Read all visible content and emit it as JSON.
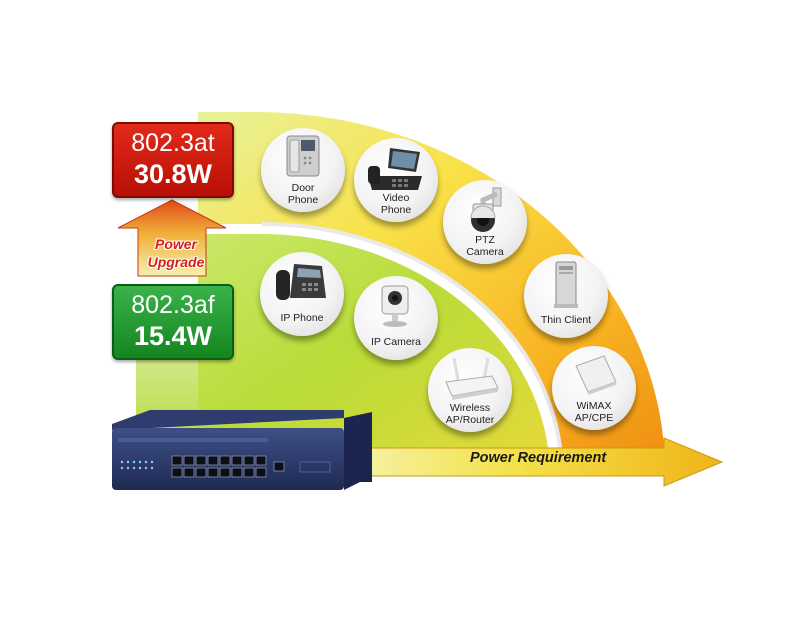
{
  "badges": {
    "at": {
      "standard": "802.3at",
      "power": "30.8W"
    },
    "af": {
      "standard": "802.3af",
      "power": "15.4W"
    }
  },
  "upgrade_arrow": {
    "line1": "Power",
    "line2": "Upgrade"
  },
  "devices": {
    "door_phone": {
      "line1": "Door",
      "line2": "Phone"
    },
    "video_phone": {
      "line1": "Video",
      "line2": "Phone"
    },
    "ptz_camera": {
      "line1": "PTZ",
      "line2": "Camera"
    },
    "thin_client": {
      "label": "Thin Client"
    },
    "wimax": {
      "line1": "WiMAX",
      "line2": "AP/CPE"
    },
    "ip_phone": {
      "label": "IP Phone"
    },
    "ip_camera": {
      "label": "IP Camera"
    },
    "wireless_router": {
      "line1": "Wireless",
      "line2": "AP/Router"
    }
  },
  "axis_label": "Power Requirement",
  "colors": {
    "at_red": "#d41e10",
    "af_green": "#1f9a2c",
    "arc_outer": "#f5a418",
    "arc_inner": "#9ed02a",
    "switch_blue": "#26355f"
  }
}
